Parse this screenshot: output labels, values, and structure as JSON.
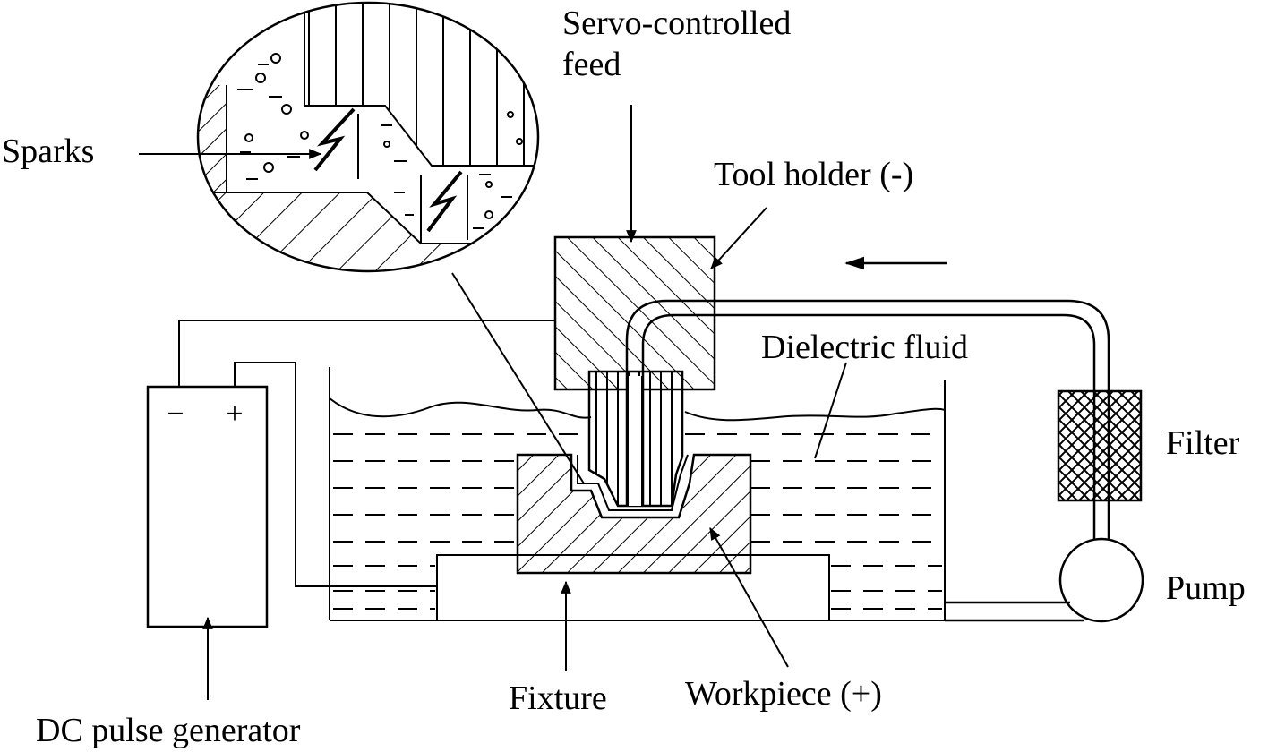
{
  "labels": {
    "servo_line1": "Servo-controlled",
    "servo_line2": "feed",
    "sparks": "Sparks",
    "tool_holder": "Tool holder (-)",
    "dielectric": "Dielectric fluid",
    "filter": "Filter",
    "pump": "Pump",
    "dc_pulse": "DC pulse generator",
    "fixture": "Fixture",
    "workpiece": "Workpiece (+)",
    "minus": "−",
    "plus": "+"
  },
  "colors": {
    "line": "#000000",
    "background": "#ffffff"
  }
}
